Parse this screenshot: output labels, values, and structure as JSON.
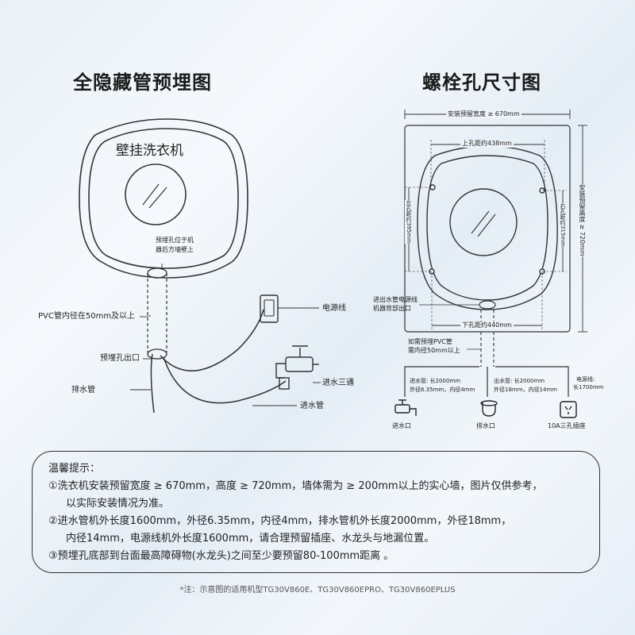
{
  "left": {
    "title": "全隐藏管预埋图",
    "machine_label": "壁挂洗衣机",
    "hole_note_1": "预埋孔位于机",
    "hole_note_2": "器后方墙壁上",
    "pvc_label": "PVC管内径在50mm及以上",
    "outlet_label": "预埋孔出口",
    "drain_label": "排水管",
    "power_label": "电源线",
    "tee_label": "进水三通",
    "inlet_label": "进水管"
  },
  "right": {
    "title": "螺栓孔尺寸图",
    "width_label": "安装预留宽度 ≥ 670mm",
    "height_label": "安装预留高度 ≥ 720mm",
    "top_holes_label": "上孔距约438mm",
    "bottom_holes_label": "下孔距约440mm",
    "left_holes_label": "左孔距约395mm",
    "right_holes_label": "右孔距约315mm",
    "outlet_note_1": "进出水管电源线",
    "outlet_note_2": "机器背部出口",
    "pvc_note_1": "如需预埋PVC管",
    "pvc_note_2": "需内径50mm以上",
    "inlet_spec_1": "进水管: 长2000mm",
    "inlet_spec_2": "外径6.35mm，内径4mm",
    "drain_spec_1": "出水管: 长2000mm",
    "drain_spec_2": "外径18mm，内径14mm",
    "power_spec_1": "电源线:",
    "power_spec_2": "长1700mm",
    "inlet_icon_label": "进水口",
    "drain_icon_label": "排水口",
    "socket_icon_label": "10A三孔插座"
  },
  "notes": {
    "title": "温馨提示：",
    "line1": "①洗衣机安装预留宽度 ≥ 670mm，高度 ≥ 720mm，墙体需为 ≥ 200mm以上的实心墙，图片仅供参考，",
    "line1b": "以实际安装情况为准。",
    "line2": "②进水管机外长度1600mm，外径6.35mm，内径4mm，排水管机外长度2000mm，外径18mm，",
    "line2b": "内径14mm，电源线机外长度1600mm，请合理预留插座、水龙头与地漏位置。",
    "line3": "③预埋孔底部到台面最高障碍物(水龙头)之间至少要预留80-100mm距离 。"
  },
  "footnote": "*注：示意图的适用机型TG30V860E、TG30V860EPRO、TG30V860EPLUS"
}
